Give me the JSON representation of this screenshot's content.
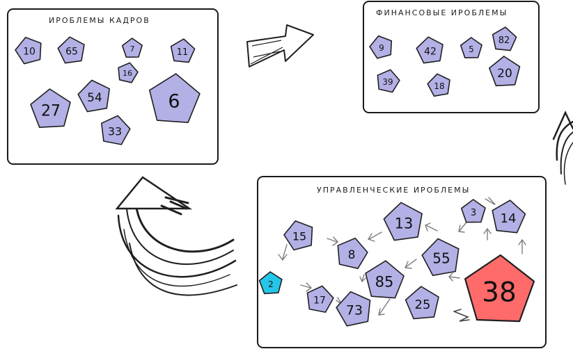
{
  "colors": {
    "pentagon_fill": "#b3b0e6",
    "highlight_fill": "#ff6b6b",
    "accent_fill": "#25c6e8",
    "stroke": "#1f1f1f",
    "box_stroke": "#1a1a1a",
    "arrow_fill": "#ffffff"
  },
  "boxes": [
    {
      "id": "hr",
      "title": "ИРОБЛЕМЫ КАДРОВ"
    },
    {
      "id": "finance",
      "title": "ФИНАНСОВЫЕ ИРОБЛЕМЫ"
    },
    {
      "id": "management",
      "title": "УПРАВЛЕНЧЕСКИЕ ИРОБЛЕМЫ"
    }
  ],
  "pentagons": {
    "hr": [
      "10",
      "65",
      "7",
      "11",
      "16",
      "54",
      "27",
      "6",
      "33"
    ],
    "finance": [
      "9",
      "42",
      "5",
      "82",
      "39",
      "18",
      "20"
    ],
    "management": [
      "15",
      "13",
      "3",
      "14",
      "8",
      "55",
      "2",
      "85",
      "17",
      "73",
      "25",
      "38"
    ]
  }
}
